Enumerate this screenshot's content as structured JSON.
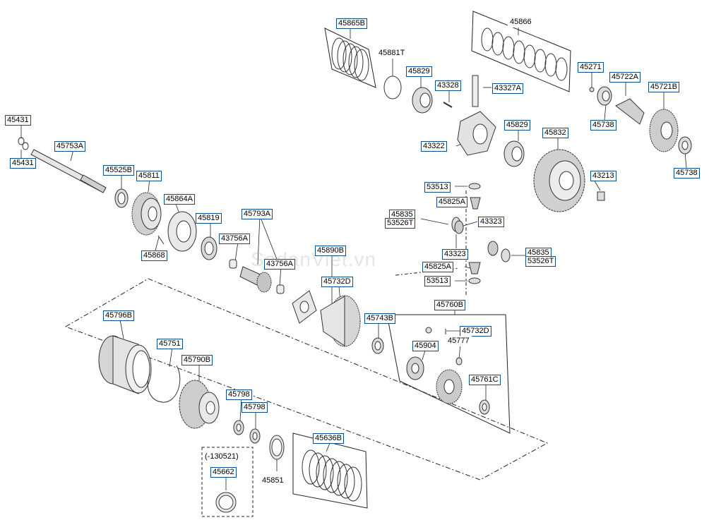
{
  "watermark": "SedanViet.vn",
  "labels": {
    "p45865B": "45865B",
    "p45866": "45866",
    "p45881T": "45881T",
    "p45829a": "45829",
    "p43328": "43328",
    "p43327A": "43327A",
    "p45271": "45271",
    "p45722A": "45722A",
    "p45721B": "45721B",
    "p45738a": "45738",
    "p45738b": "45738",
    "p45431a": "45431",
    "p45431b": "45431",
    "p45753A": "45753A",
    "p43322": "43322",
    "p45829b": "45829",
    "p45832": "45832",
    "p45525B": "45525B",
    "p45811": "45811",
    "p43213": "43213",
    "p53513a": "53513",
    "p45825Aa": "45825A",
    "p45864A": "45864A",
    "p45835a": "45835",
    "p53526Ta": "53526T",
    "p45819": "45819",
    "p45793A": "45793A",
    "p43323a": "43323",
    "p43756Aa": "43756A",
    "p45868": "45868",
    "p45890B": "45890B",
    "p43323b": "43323",
    "p45835b": "45835",
    "p53526Tb": "53526T",
    "p43756Ab": "43756A",
    "p45825Ab": "45825A",
    "p45732Da": "45732D",
    "p53513b": "53513",
    "p45796B": "45796B",
    "p45760B": "45760B",
    "p45743B": "45743B",
    "p45732Db": "45732D",
    "p45777": "45777",
    "p45751": "45751",
    "p45904": "45904",
    "p45790B": "45790B",
    "p45761C": "45761C",
    "p45798a": "45798",
    "p45798b": "45798",
    "p45636B": "45636B",
    "p130521": "(-130521)",
    "p45662": "45662",
    "p45851": "45851"
  }
}
